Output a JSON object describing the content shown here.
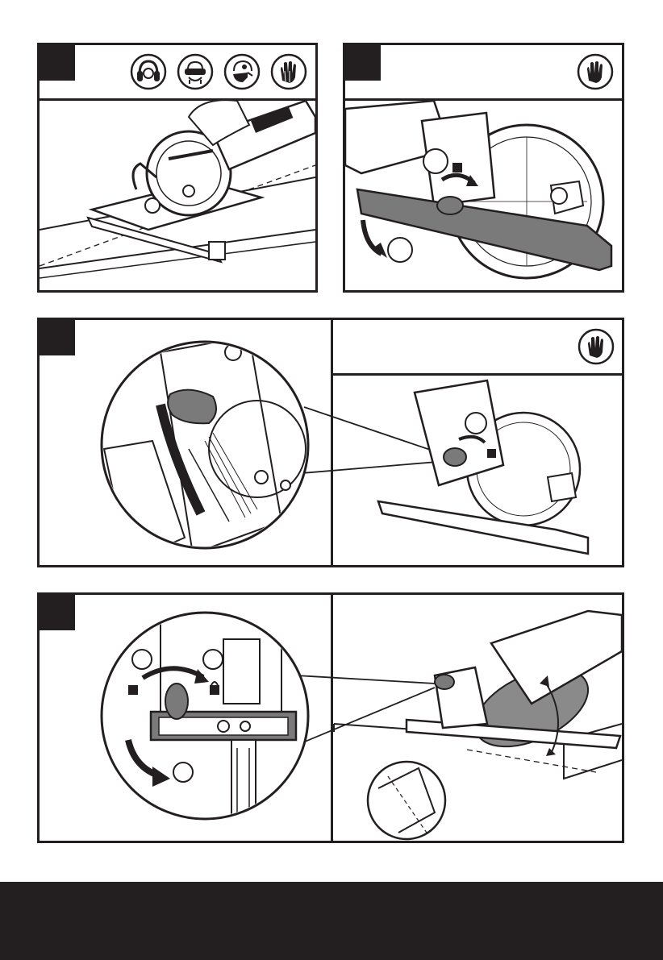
{
  "page": {
    "panels": [
      {
        "id": "panel-1",
        "icons": [
          "ear-protection-icon",
          "eye-protection-icon",
          "dust-mask-icon",
          "gloves-icon"
        ]
      },
      {
        "id": "panel-2",
        "icons": [
          "gloves-icon"
        ]
      },
      {
        "id": "panel-3",
        "icons": [
          "gloves-icon"
        ]
      },
      {
        "id": "panel-4",
        "icons": []
      }
    ],
    "colors": {
      "ink": "#231f20",
      "blade_gray": "#8a8a8a",
      "knob_gray": "#7a7a7a",
      "paper": "#ffffff"
    }
  }
}
